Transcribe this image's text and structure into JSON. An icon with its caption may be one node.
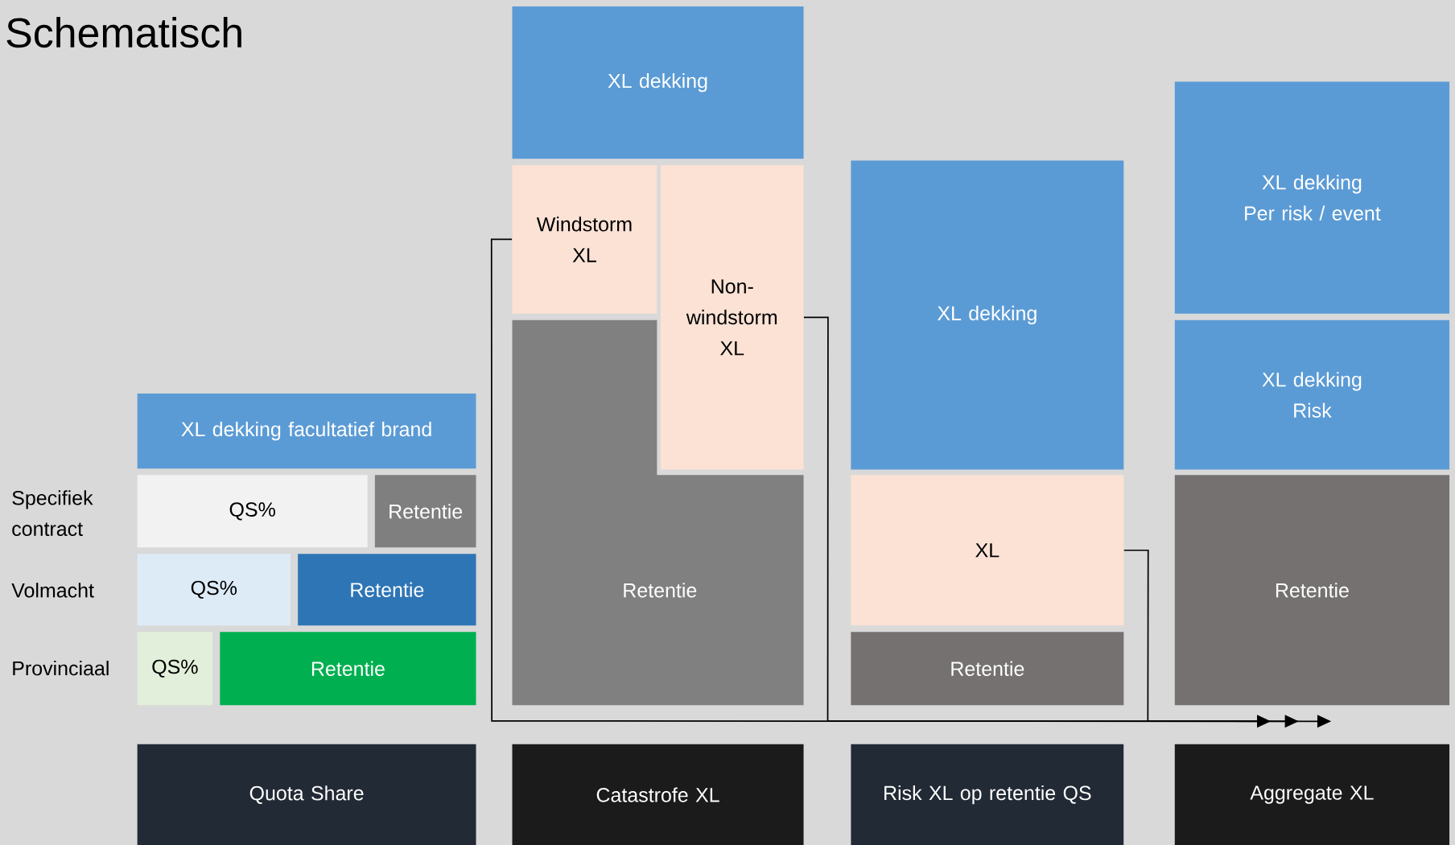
{
  "diagram": {
    "title": "Schematisch",
    "nodes": [
      {
        "text": [
          "XL dekking facultatief brand"
        ]
      },
      {
        "text": [
          "QS%"
        ]
      },
      {
        "text": [
          "Retentie"
        ]
      },
      {
        "text": [
          "QS%"
        ]
      },
      {
        "text": [
          "Retentie"
        ]
      },
      {
        "text": [
          "QS%"
        ]
      },
      {
        "text": [
          "Retentie"
        ]
      },
      {
        "text": [
          "Quota Share"
        ]
      },
      {
        "text": [
          "XL dekking"
        ]
      },
      {
        "text": [
          "Windstorm XL"
        ]
      },
      {
        "text": [
          "Non-windstorm XL"
        ]
      },
      {
        "text": [
          "Retentie"
        ]
      },
      {
        "text": [
          "Catastrofe XL"
        ]
      },
      {
        "text": [
          "XL dekking"
        ]
      },
      {
        "text": [
          "XL"
        ]
      },
      {
        "text": [
          "Retentie"
        ]
      },
      {
        "text": [
          "Risk XL op retentie QS"
        ]
      },
      {
        "text": [
          "XL dekking",
          "Per risk / event"
        ]
      },
      {
        "text": [
          "XL dekking",
          "Risk"
        ]
      },
      {
        "text": [
          "Retentie"
        ]
      },
      {
        "text": [
          "Aggregate XL"
        ]
      }
    ],
    "edges": [
      {
        "from": 9,
        "to": 19,
        "arrow": "to"
      },
      {
        "from": 10,
        "to": 19,
        "arrow": "to"
      },
      {
        "from": 14,
        "to": 19,
        "arrow": "to"
      }
    ],
    "labels": [
      "Specifiek contract",
      "Volmacht",
      "Provinciaal"
    ]
  }
}
